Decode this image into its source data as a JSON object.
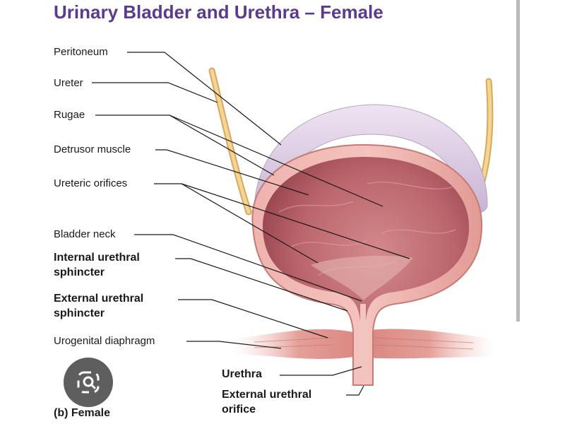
{
  "title": "Urinary Bladder and Urethra – Female",
  "caption": "(b) Female",
  "labels": {
    "peritoneum": "Peritoneum",
    "ureter": "Ureter",
    "rugae": "Rugae",
    "detrusor": "Detrusor muscle",
    "ureteric_orifices": "Ureteric orifices",
    "bladder_neck": "Bladder neck",
    "internal_sphincter_1": "Internal urethral",
    "internal_sphincter_2": "sphincter",
    "external_sphincter_1": "External urethral",
    "external_sphincter_2": "sphincter",
    "urogenital_diaphragm": "Urogenital diaphragm",
    "urethra": "Urethra",
    "external_orifice_1": "External urethral",
    "external_orifice_2": "orifice"
  },
  "colors": {
    "title": "#5b3b8c",
    "bladder_wall": "#e6a3a0",
    "bladder_interior": "#b9646b",
    "peritoneum": "#d9cbe0",
    "ureter": "#e8c07a",
    "muscle": "#d98b86"
  },
  "icons": {
    "lens": "image-search-icon"
  }
}
